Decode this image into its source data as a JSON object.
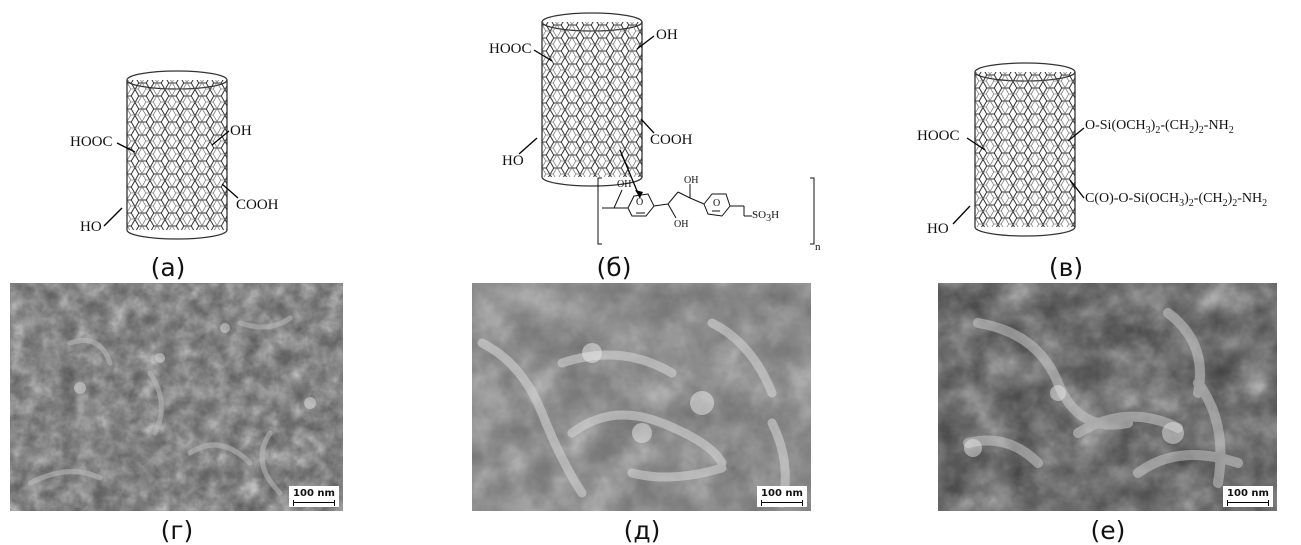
{
  "panels": [
    {
      "caption": "(а)",
      "groups": {
        "g1": "HOOC",
        "g2": "OH",
        "g3": "COOH",
        "g4": "HO"
      }
    },
    {
      "caption": "(б)",
      "groups": {
        "g1": "HOOC",
        "g2": "OH",
        "g3": "COOH",
        "g4": "HO"
      },
      "polymer": {
        "oh1": "OH",
        "oh2": "OH",
        "oh3": "OH",
        "o1": "O",
        "o2": "O",
        "so3h_main": "SO",
        "so3h_sub": "3",
        "so3h_end": "H",
        "n": "n"
      }
    },
    {
      "caption": "(в)",
      "groups": {
        "g1": "HOOC",
        "g4": "HO"
      },
      "silane1": {
        "a": "O-Si(OCH",
        "s1": "3",
        "b": ")",
        "s2": "2",
        "c": "-(CH",
        "s3": "2",
        "d": ")",
        "s4": "2",
        "e": "-NH",
        "s5": "2"
      },
      "silane2": {
        "a": "C(O)-O-Si(OCH",
        "s1": "3",
        "b": ")",
        "s2": "2",
        "c": "-(CH",
        "s3": "2",
        "d": ")",
        "s4": "2",
        "e": "-NH",
        "s5": "2"
      }
    },
    {
      "caption": "(г)",
      "scale_label": "100 nm"
    },
    {
      "caption": "(д)",
      "scale_label": "100 nm"
    },
    {
      "caption": "(е)",
      "scale_label": "100 nm"
    }
  ]
}
